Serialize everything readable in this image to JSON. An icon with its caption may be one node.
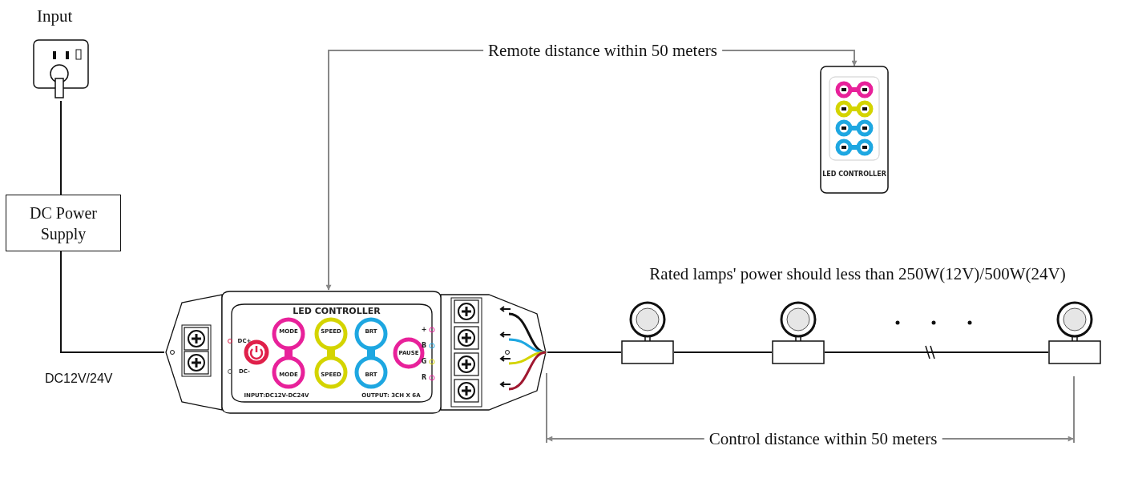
{
  "diagram": {
    "nodes": [
      {
        "text": [],
        "shape": "picture",
        "beside": [
          "Input"
        ]
      },
      {
        "text": [
          "DC Power Supply"
        ]
      },
      {
        "text": [
          "LED CONTROLLER",
          "DC+",
          "DC-",
          "MODE",
          "MODE",
          "SPEED",
          "SPEED",
          "BRT",
          "BRT",
          "PAUSE",
          "+",
          "B",
          "G",
          "R",
          "INPUT:DC12V-DC24V",
          "OUTPUT: 3CH X 6A"
        ]
      },
      {
        "text": [
          "LED CONTROLLER"
        ]
      },
      {
        "text": [],
        "shape": "picture"
      },
      {
        "text": [],
        "shape": "picture"
      },
      {
        "text": [],
        "shape": "picture"
      }
    ],
    "edges": [
      {
        "from": 0,
        "to": 1,
        "arrow": "none"
      },
      {
        "from": 1,
        "to": 2,
        "arrow": "none",
        "label": "DC12V/24V"
      },
      {
        "from": 2,
        "to": 3,
        "arrow": "both",
        "label": "Remote distance within 50 meters",
        "color": "#888888"
      },
      {
        "from": 2,
        "to": 4,
        "arrow": "none"
      },
      {
        "from": 4,
        "to": 5,
        "arrow": "none"
      },
      {
        "from": 5,
        "to": 6,
        "arrow": "none"
      }
    ],
    "labels": [
      "Rated lamps' power should less than 250W(12V)/500W(24V)",
      "Control distance within 50 meters"
    ]
  }
}
